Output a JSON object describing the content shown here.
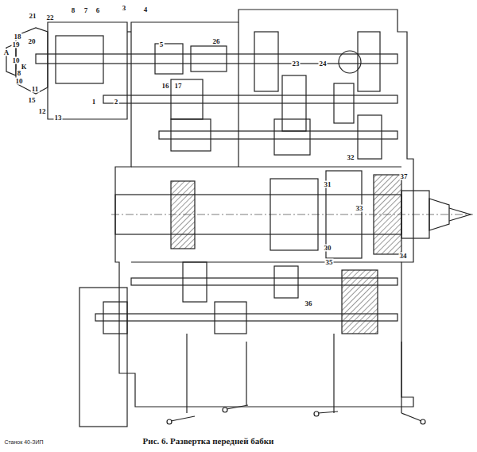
{
  "diagram": {
    "caption": "Рис. 6. Развертка передней бабки",
    "labels": [
      "21",
      "22",
      "8",
      "7",
      "6",
      "3",
      "4",
      "18",
      "20",
      "19",
      "А",
      "10",
      "К",
      "8",
      "10",
      "15",
      "11",
      "12",
      "13",
      "1",
      "2",
      "5",
      "26",
      "16",
      "17",
      "23",
      "24",
      "32",
      "37",
      "31",
      "33",
      "30",
      "35",
      "34",
      "36",
      "Станок 40-ЗИП"
    ]
  }
}
